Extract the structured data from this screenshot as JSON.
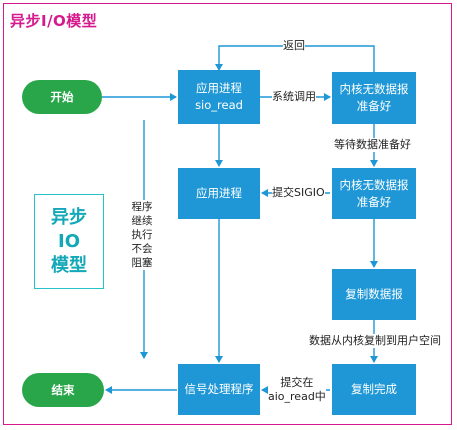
{
  "title": "异步I/O模型",
  "nodes": {
    "start": "开始",
    "app_sio_read": "应用进程\nsio_read",
    "kernel_not_ready_1": "内核无数据报\n准备好",
    "app_process": "应用进程",
    "kernel_not_ready_2": "内核无数据报\n准备好",
    "copy_datagram": "复制数据报",
    "signal_handler": "信号处理程序",
    "copy_done": "复制完成",
    "end": "结束"
  },
  "edge_labels": {
    "return": "返回",
    "syscall": "系统调用",
    "wait_ready": "等待数据准备好",
    "submit_sigio": "提交SIGIO",
    "copy_kernel_to_user": "数据从内核复制到用户空间",
    "submit_in_aio_read": "提交在\naio_read中"
  },
  "side_text": "程序\n继续\n执行\n不会\n阻塞",
  "big_label": "异步\nIO\n模型",
  "colors": {
    "node_fill": "#1f97d6",
    "pill_fill": "#2aa64a",
    "arrow": "#1f97d6",
    "frame": "#d61a8c",
    "big_label": "#13a8b8"
  }
}
